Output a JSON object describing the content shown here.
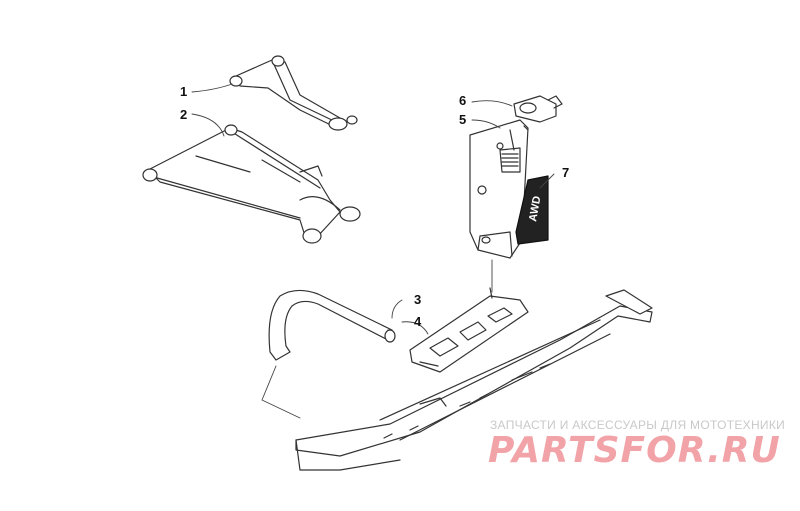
{
  "callouts": [
    {
      "label": "1"
    },
    {
      "label": "2"
    },
    {
      "label": "3"
    },
    {
      "label": "4"
    },
    {
      "label": "5"
    },
    {
      "label": "6"
    },
    {
      "label": "7"
    }
  ],
  "decal_text": "AWD",
  "watermark": {
    "tagline": "ЗАПЧАСТИ И АКСЕССУАРЫ ДЛЯ МОТОТЕХНИКИ",
    "logo": "PARTSFOR.RU",
    "color": "#f2a3a8"
  }
}
